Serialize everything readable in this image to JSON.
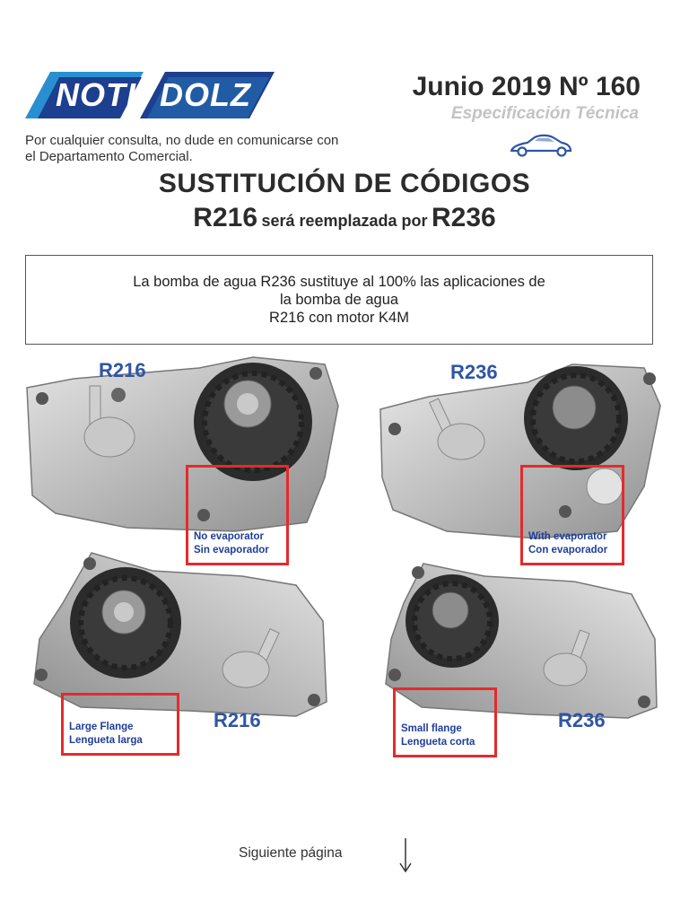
{
  "header": {
    "logo_left": "NOTI",
    "logo_right": "DOLZ",
    "issue": "Junio 2019 Nº 160",
    "subtitle": "Especificación Técnica",
    "contact_line1": "Por cualquier consulta, no dude en comunicarse con",
    "contact_line2": "el Departamento Comercial."
  },
  "headline": {
    "title": "SUSTITUCIÓN DE CÓDIGOS",
    "old_code": "R216",
    "connector": "será reemplazada por",
    "new_code": "R236"
  },
  "notice": {
    "line1": "La bomba de agua R236 sustituye al 100% las aplicaciones de",
    "line2": "la bomba de agua",
    "line3": "R216 con motor K4M"
  },
  "panels": [
    {
      "model": "R216",
      "line1": "No evaporator",
      "line2": "Sin evaporador"
    },
    {
      "model": "R236",
      "line1": "With evaporator",
      "line2": "Con evaporador"
    },
    {
      "model": "R216",
      "line1": "Large Flange",
      "line2": "Lengueta larga"
    },
    {
      "model": "R236",
      "line1": "Small flange",
      "line2": "Lengueta corta"
    }
  ],
  "footer": {
    "next_page": "Siguiente página"
  },
  "colors": {
    "logo_blue": "#1d3f8f",
    "logo_cyan": "#2a8fd0",
    "model_blue": "#2f55a4",
    "highlight_red": "#e42b2b"
  }
}
